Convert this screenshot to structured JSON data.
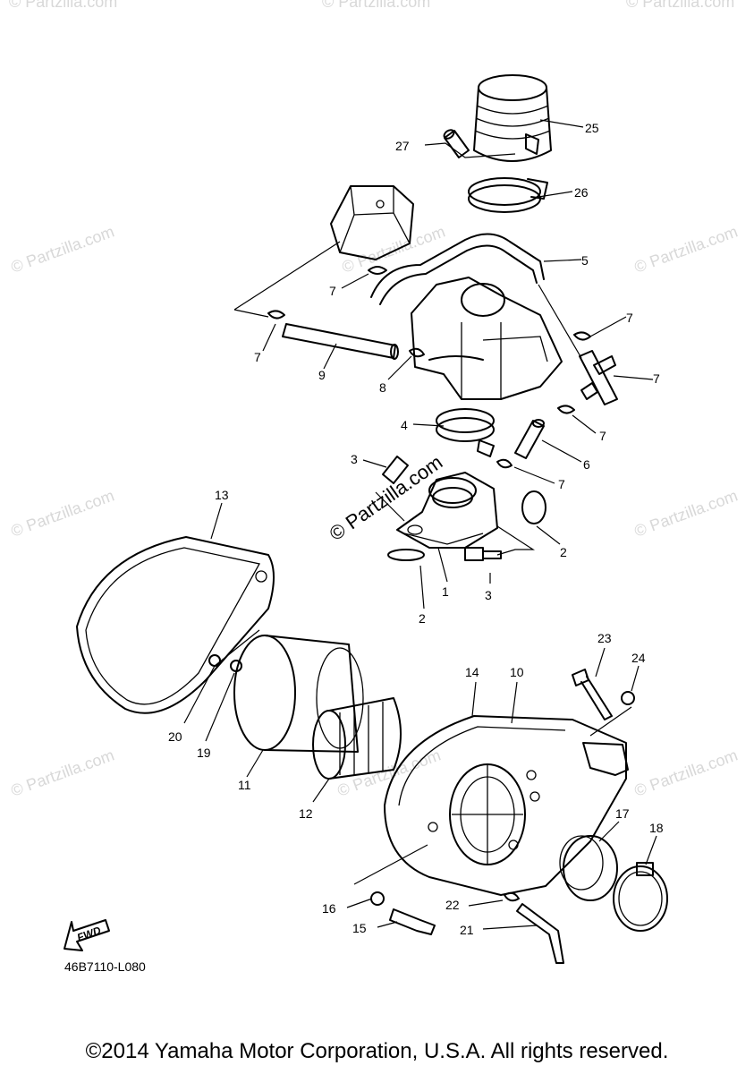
{
  "watermark": {
    "main": "© Partzilla.com",
    "repeat": "© Partzilla.com"
  },
  "drawing_code": "46B7110-L080",
  "fwd_label": "FWD",
  "copyright": "©2014 Yamaha Motor Corporation, U.S.A. All rights reserved.",
  "callouts": [
    "25",
    "27",
    "26",
    "5",
    "7",
    "7",
    "7",
    "9",
    "7",
    "8",
    "7",
    "4",
    "6",
    "7",
    "3",
    "2",
    "1",
    "3",
    "2",
    "13",
    "23",
    "24",
    "14",
    "10",
    "20",
    "19",
    "11",
    "12",
    "17",
    "18",
    "16",
    "22",
    "15",
    "21"
  ]
}
